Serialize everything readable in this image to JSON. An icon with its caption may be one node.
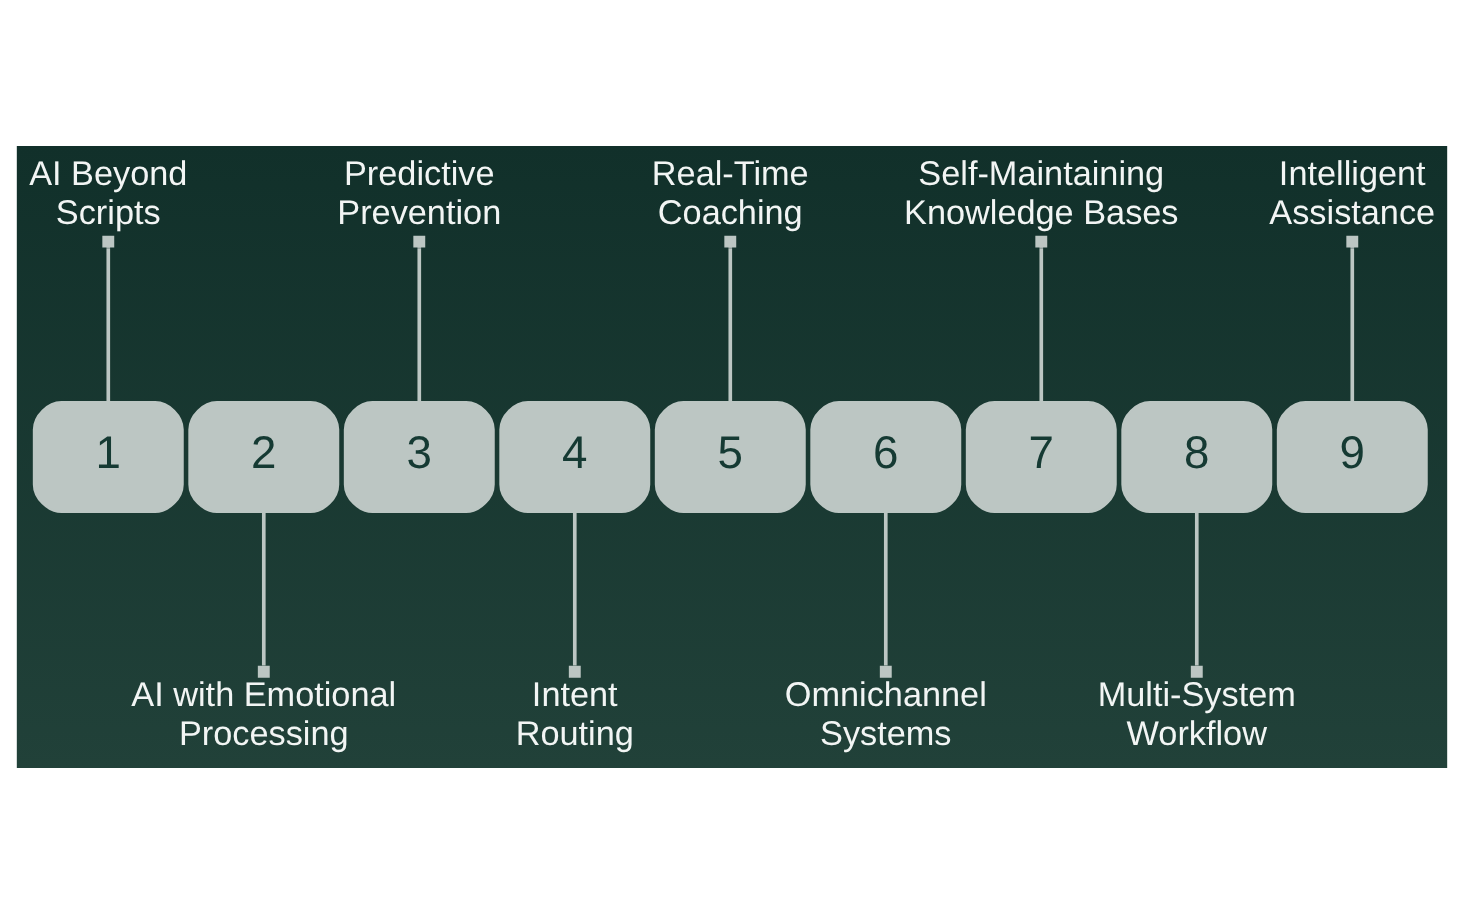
{
  "diagram": {
    "nodes": [
      {
        "text": [
          "AI Beyond Scripts"
        ]
      },
      {
        "text": [
          "Predictive Prevention"
        ]
      },
      {
        "text": [
          "Real-Time Coaching"
        ]
      },
      {
        "text": [
          "Self-Maintaining Knowledge Bases"
        ]
      },
      {
        "text": [
          "Intelligent Assistance"
        ]
      },
      {
        "text": [
          "1"
        ]
      },
      {
        "text": [
          "2"
        ]
      },
      {
        "text": [
          "3"
        ]
      },
      {
        "text": [
          "4"
        ]
      },
      {
        "text": [
          "5"
        ]
      },
      {
        "text": [
          "6"
        ]
      },
      {
        "text": [
          "7"
        ]
      },
      {
        "text": [
          "8"
        ]
      },
      {
        "text": [
          "9"
        ]
      },
      {
        "text": [
          "AI with Emotional Processing"
        ]
      },
      {
        "text": [
          "Intent Routing"
        ]
      },
      {
        "text": [
          "Omnichannel Systems"
        ]
      },
      {
        "text": [
          "Multi-System Workflow"
        ]
      }
    ],
    "edges": [
      {
        "from": 0,
        "to": 5,
        "arrow": "other"
      },
      {
        "from": 6,
        "to": 14,
        "arrow": "other"
      },
      {
        "from": 1,
        "to": 7,
        "arrow": "other"
      },
      {
        "from": 8,
        "to": 15,
        "arrow": "other"
      },
      {
        "from": 2,
        "to": 9,
        "arrow": "other"
      },
      {
        "from": 10,
        "to": 16,
        "arrow": "other"
      },
      {
        "from": 3,
        "to": 11,
        "arrow": "other"
      },
      {
        "from": 12,
        "to": 17,
        "arrow": "other"
      },
      {
        "from": 4,
        "to": 13,
        "arrow": "other"
      }
    ]
  }
}
